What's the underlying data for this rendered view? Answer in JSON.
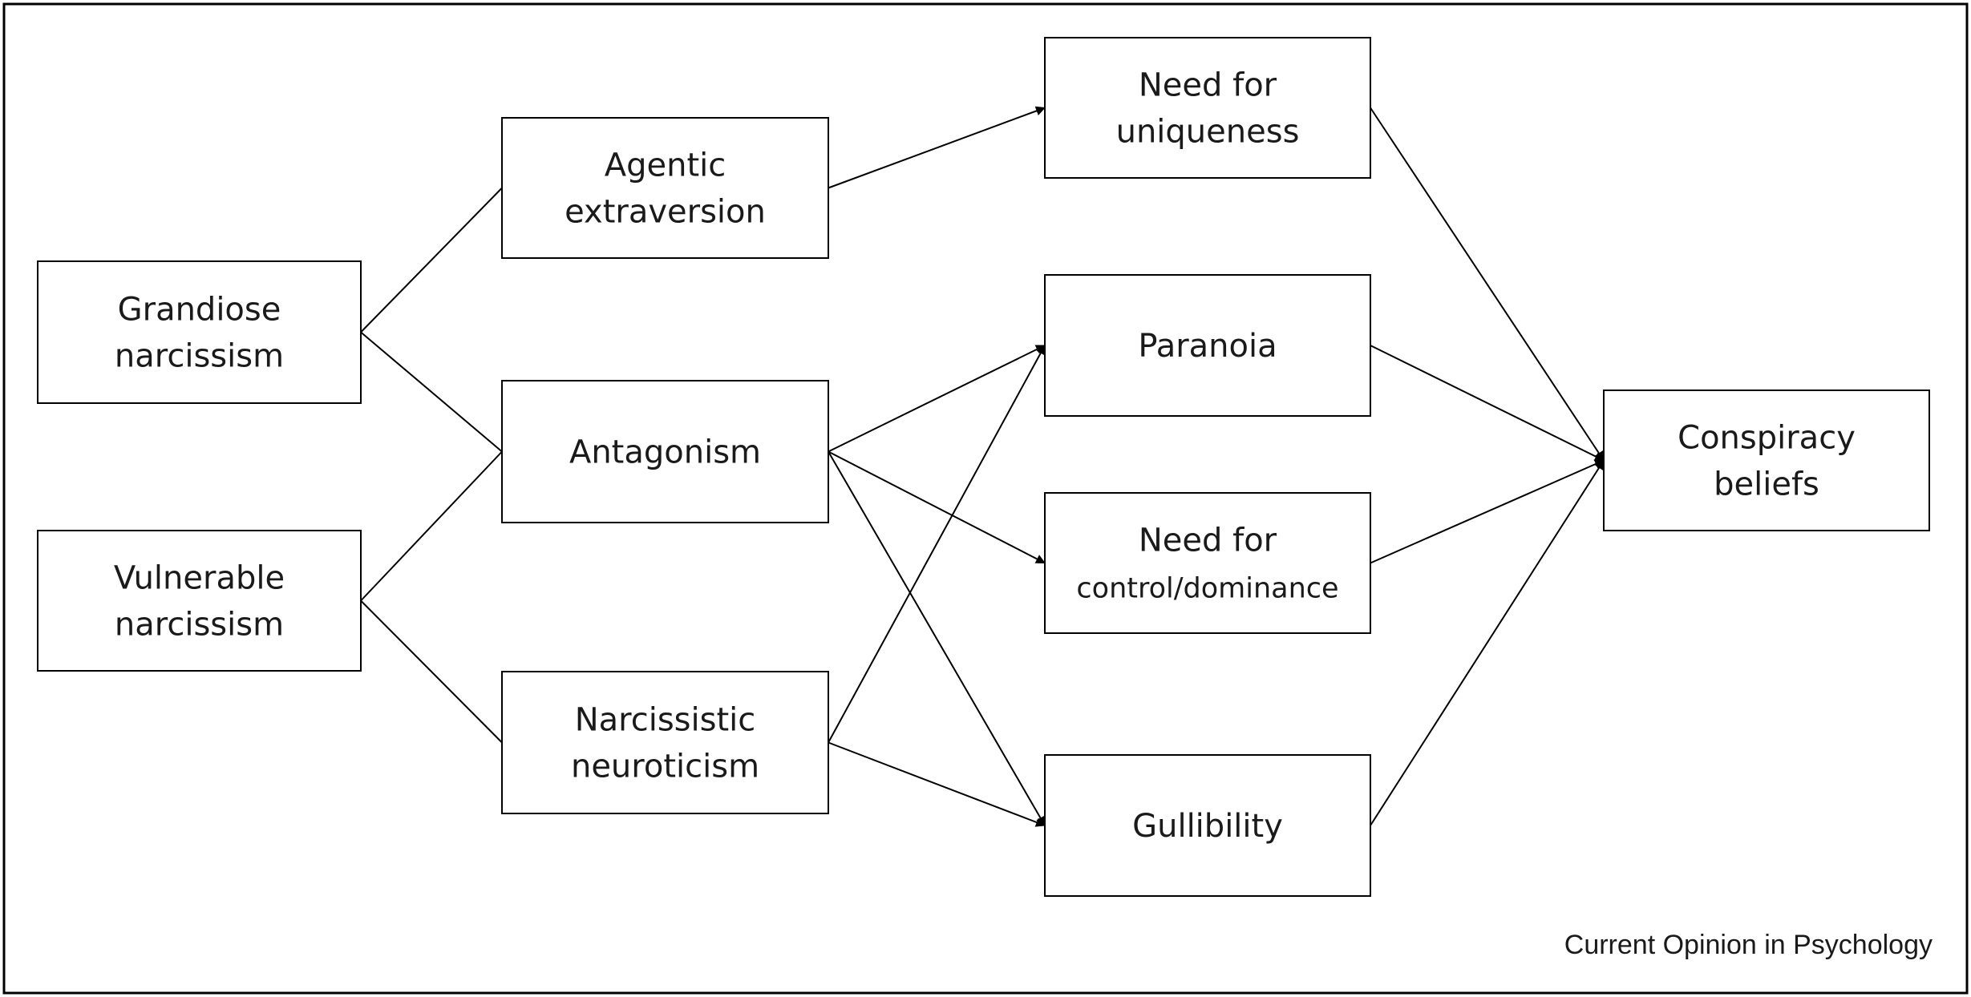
{
  "nodes": {
    "grandiose": {
      "lines": [
        "Grandiose",
        "narcissism"
      ]
    },
    "vulnerable": {
      "lines": [
        "Vulnerable",
        "narcissism"
      ]
    },
    "agentic": {
      "lines": [
        "Agentic",
        "extraversion"
      ]
    },
    "antagonism": {
      "lines": [
        "Antagonism"
      ]
    },
    "neuroticism": {
      "lines": [
        "Narcissistic",
        "neuroticism"
      ]
    },
    "uniqueness": {
      "lines": [
        "Need for",
        "uniqueness"
      ]
    },
    "paranoia": {
      "lines": [
        "Paranoia"
      ]
    },
    "control": {
      "lines": [
        "Need for",
        "control/dominance"
      ]
    },
    "gullibility": {
      "lines": [
        "Gullibility"
      ]
    },
    "conspiracy": {
      "lines": [
        "Conspiracy",
        "beliefs"
      ]
    }
  },
  "edges": [
    {
      "from": "grandiose",
      "to": "agentic",
      "arrow": false
    },
    {
      "from": "grandiose",
      "to": "antagonism",
      "arrow": false
    },
    {
      "from": "vulnerable",
      "to": "antagonism",
      "arrow": false
    },
    {
      "from": "vulnerable",
      "to": "neuroticism",
      "arrow": false
    },
    {
      "from": "agentic",
      "to": "uniqueness",
      "arrow": true
    },
    {
      "from": "antagonism",
      "to": "paranoia",
      "arrow": true
    },
    {
      "from": "antagonism",
      "to": "control",
      "arrow": true
    },
    {
      "from": "antagonism",
      "to": "gullibility",
      "arrow": true
    },
    {
      "from": "neuroticism",
      "to": "paranoia",
      "arrow": true
    },
    {
      "from": "neuroticism",
      "to": "gullibility",
      "arrow": true
    },
    {
      "from": "uniqueness",
      "to": "conspiracy",
      "arrow": true
    },
    {
      "from": "paranoia",
      "to": "conspiracy",
      "arrow": true
    },
    {
      "from": "control",
      "to": "conspiracy",
      "arrow": true
    },
    {
      "from": "gullibility",
      "to": "conspiracy",
      "arrow": true
    }
  ],
  "source": "Current Opinion in Psychology"
}
